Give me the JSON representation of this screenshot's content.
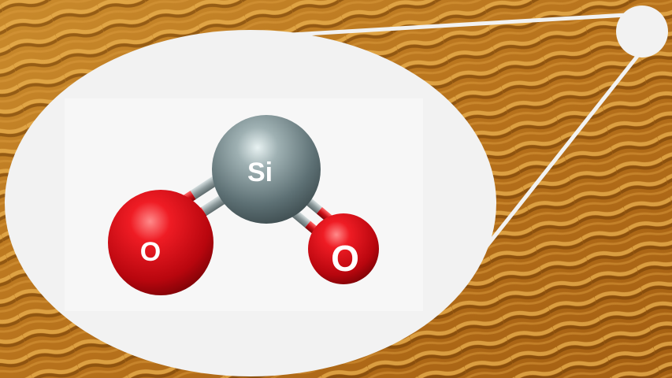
{
  "molecule": {
    "atoms": [
      {
        "id": "si",
        "label": "Si",
        "element": "silicon",
        "color": "#6d8084"
      },
      {
        "id": "o1",
        "label": "O",
        "element": "oxygen",
        "color": "#d8101a"
      },
      {
        "id": "o2",
        "label": "O",
        "element": "oxygen",
        "color": "#d8101a"
      }
    ],
    "bonds": [
      {
        "from": "si",
        "to": "o1",
        "order": 2
      },
      {
        "from": "si",
        "to": "o2",
        "order": 2
      }
    ]
  },
  "colors": {
    "sand_light": "#e2a244",
    "sand_dark": "#7a4508",
    "bubble": "#f2f2f2",
    "panel": "#f7f7f7",
    "bond_grey": "#9aa6a8",
    "bond_red": "#cc1018"
  },
  "icons": [
    "magnifier-bubble",
    "callout-circle"
  ]
}
